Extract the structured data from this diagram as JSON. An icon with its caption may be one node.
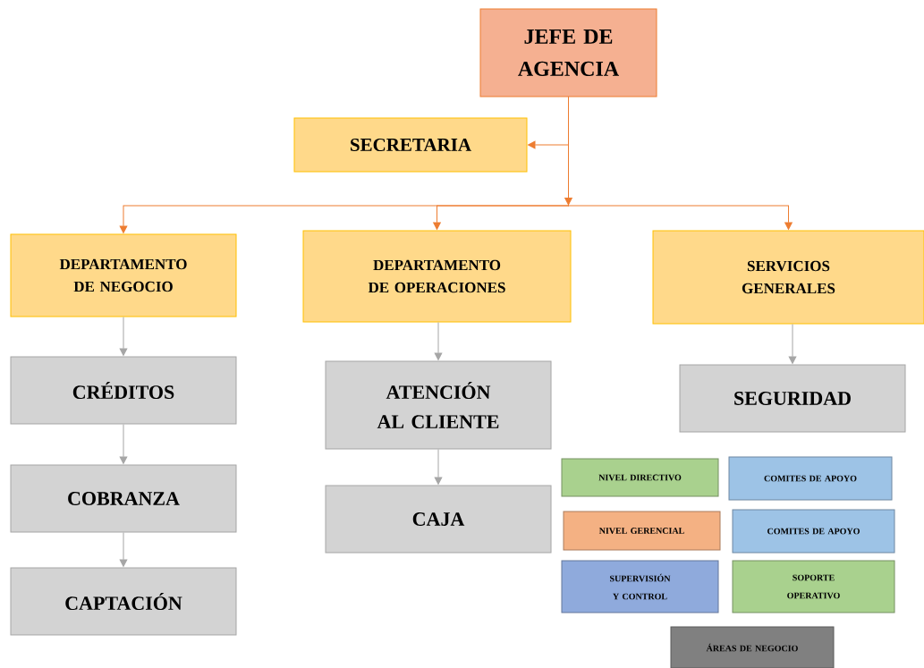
{
  "diagram": {
    "nodes": [
      {
        "text": [
          "JEFE DE AGENCIA"
        ]
      },
      {
        "text": [
          "SECRETARIA"
        ]
      },
      {
        "text": [
          "DEPARTAMENTO DE NEGOCIO"
        ]
      },
      {
        "text": [
          "DEPARTAMENTO DE OPERACIONES"
        ]
      },
      {
        "text": [
          "SERVICIOS GENERALES"
        ]
      },
      {
        "text": [
          "CRÉDITOS"
        ]
      },
      {
        "text": [
          "COBRANZA"
        ]
      },
      {
        "text": [
          "CAPTACIÓN"
        ]
      },
      {
        "text": [
          "ATENCIÓN AL CLIENTE"
        ]
      },
      {
        "text": [
          "CAJA"
        ]
      },
      {
        "text": [
          "SEGURIDAD"
        ]
      }
    ],
    "edges": [
      {
        "from": 0,
        "to": 1,
        "arrow": "to",
        "color": "#ed7d31"
      },
      {
        "from": 0,
        "to": 2,
        "arrow": "to",
        "color": "#ed7d31"
      },
      {
        "from": 0,
        "to": 3,
        "arrow": "to",
        "color": "#ed7d31"
      },
      {
        "from": 0,
        "to": 4,
        "arrow": "to",
        "color": "#ed7d31"
      },
      {
        "from": 2,
        "to": 5,
        "arrow": "to"
      },
      {
        "from": 5,
        "to": 6,
        "arrow": "to"
      },
      {
        "from": 6,
        "to": 7,
        "arrow": "to"
      },
      {
        "from": 3,
        "to": 8,
        "arrow": "to"
      },
      {
        "from": 8,
        "to": 9,
        "arrow": "to"
      },
      {
        "from": 4,
        "to": 10,
        "arrow": "to"
      }
    ],
    "legend": [
      {
        "text": "NIVEL DIRECTIVO",
        "color": "#a9d18e"
      },
      {
        "text": "COMITES DE APOYO",
        "color": "#9dc3e6"
      },
      {
        "text": "NIVEL GERENCIAL",
        "color": "#f4b183"
      },
      {
        "text": "COMITES DE APOYO",
        "color": "#9dc3e6"
      },
      {
        "text": "SUPERVISIÓN Y CONTROL",
        "color": "#8faadc"
      },
      {
        "text": "SOPORTE OPERATIVO",
        "color": "#a9d18e"
      },
      {
        "text": "ÁREAS DE NEGOCIO",
        "color": "#808080"
      }
    ]
  }
}
